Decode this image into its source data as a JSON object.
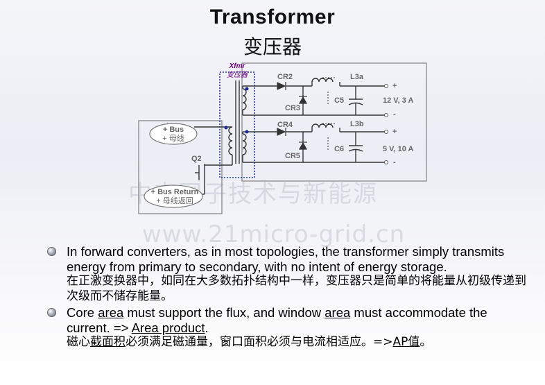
{
  "title": "Transformer",
  "subtitle": "变压器",
  "diagram": {
    "xfmr_label": "Xfmr",
    "xfmr_label_zh": "变压器",
    "bus_label": "+ Bus",
    "bus_label_zh": "+ 母线",
    "bus_return_label": "+ Bus Return",
    "bus_return_label_zh": "+ 母线返回",
    "q2": "Q2",
    "cr2": "CR2",
    "cr3": "CR3",
    "cr4": "CR4",
    "cr5": "CR5",
    "l3a": "L3a",
    "l3b": "L3b",
    "c5": "C5",
    "c6": "C6",
    "plus": "+",
    "minus": "-",
    "out1": "12 V, 3 A",
    "out2": "5 V, 10 A"
  },
  "watermark": {
    "zh": "中电网子技术与新能源",
    "url": "www.21micro-grid.cn"
  },
  "bullets": [
    {
      "en": "In forward converters, as in most topologies, the transformer simply transmits energy from primary to secondary, with no intent of energy storage.",
      "zh": "在正激变换器中，如同在大多数拓扑结构中一样，变压器只是简单的将能量从初级传递到次级而不储存能量。"
    },
    {
      "en_1": "Core ",
      "en_area1": "area",
      "en_2": " must support the flux, and window ",
      "en_area2": "area",
      "en_3": " must accommodate the current. => ",
      "en_ap": "Area product",
      "en_4": ".",
      "zh_1": "磁心",
      "zh_u1": "截面积",
      "zh_2": "必须满足磁通量，窗口面积必须与电流相适应。=>",
      "zh_u2": "AP值",
      "zh_3": "。"
    }
  ]
}
